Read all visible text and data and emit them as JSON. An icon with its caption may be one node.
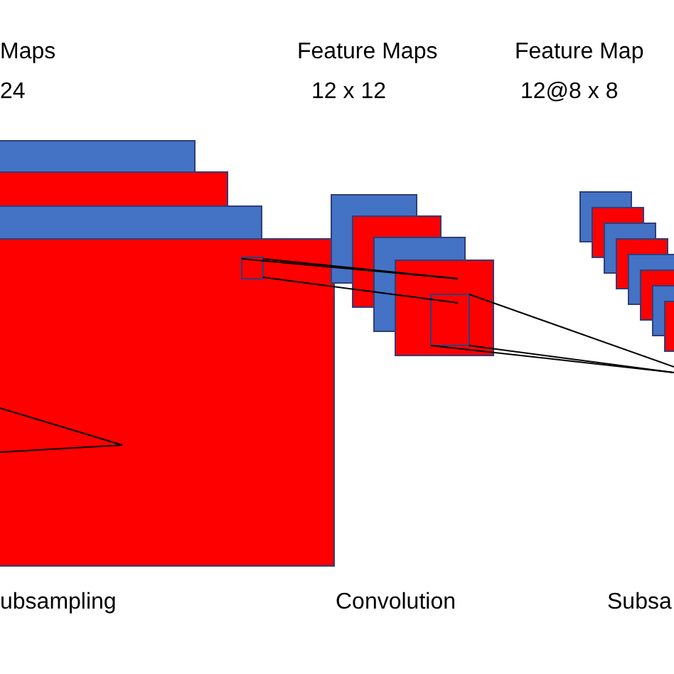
{
  "diagram": {
    "labels": [
      "Maps",
      "24",
      "Feature Maps",
      "12 x 12",
      "Feature Map",
      "12@8 x 8",
      "ubsampling",
      "Convolution",
      "Subsa"
    ]
  }
}
